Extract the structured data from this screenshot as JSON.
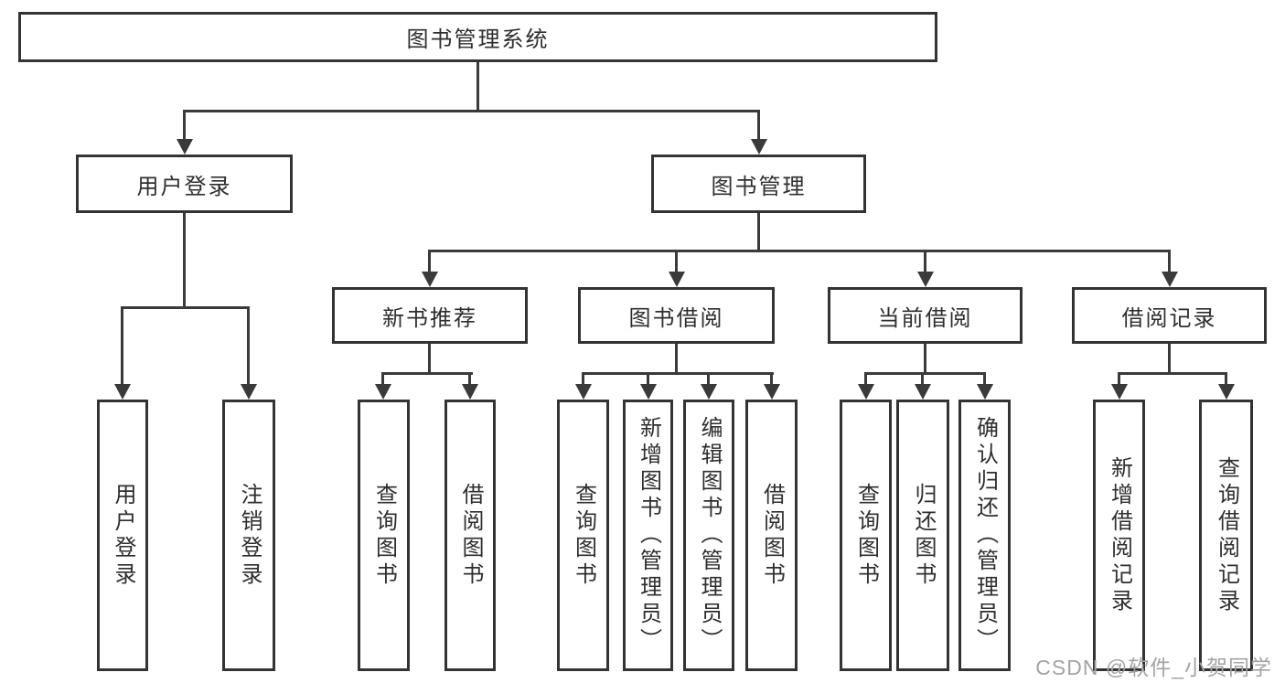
{
  "diagram": {
    "type": "tree",
    "colors": {
      "line": "#333333",
      "text": "#2e2e2e",
      "background": "#ffffff"
    },
    "root": {
      "label": "图书管理系统"
    },
    "branches": [
      {
        "label": "用户登录",
        "children": [
          {
            "label": "用户登录"
          },
          {
            "label": "注销登录"
          }
        ]
      },
      {
        "label": "图书管理",
        "children": [
          {
            "label": "新书推荐",
            "children": [
              {
                "label": "查询图书"
              },
              {
                "label": "借阅图书"
              }
            ]
          },
          {
            "label": "图书借阅",
            "children": [
              {
                "label": "查询图书"
              },
              {
                "label": "新增图书（管理员）"
              },
              {
                "label": "编辑图书（管理员）"
              },
              {
                "label": "借阅图书"
              }
            ]
          },
          {
            "label": "当前借阅",
            "children": [
              {
                "label": "查询图书"
              },
              {
                "label": "归还图书"
              },
              {
                "label": "确认归还（管理员）"
              }
            ]
          },
          {
            "label": "借阅记录",
            "children": [
              {
                "label": "新增借阅记录"
              },
              {
                "label": "查询借阅记录"
              }
            ]
          }
        ]
      }
    ]
  },
  "watermark": {
    "text": "CSDN @软件_小贺同学",
    "color": "#a3a3a3"
  }
}
